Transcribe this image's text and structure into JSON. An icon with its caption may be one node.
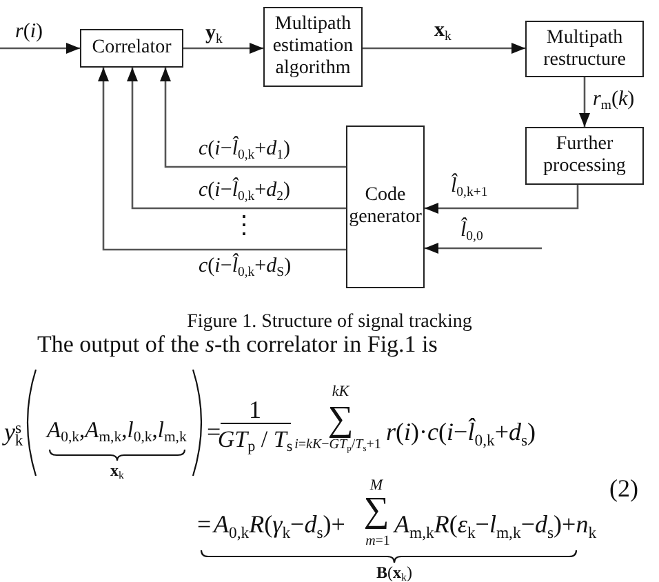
{
  "diagram": {
    "caption": "Figure 1. Structure of signal tracking",
    "nodes": [
      {
        "text": [
          "Correlator"
        ]
      },
      {
        "text": [
          "Multipath estimation algorithm"
        ]
      },
      {
        "text": [
          "Multipath restructure"
        ]
      },
      {
        "text": [
          "Further processing"
        ]
      },
      {
        "text": [
          "Code generator"
        ]
      }
    ],
    "edges": [
      {
        "from": null,
        "to": 0,
        "arrow": "to",
        "label": "*r*(*i*)"
      },
      {
        "from": 0,
        "to": 1,
        "arrow": "to",
        "label": "**y**$_{k}$"
      },
      {
        "from": 1,
        "to": 2,
        "arrow": "to",
        "label": "**x**$_{k}$"
      },
      {
        "from": 2,
        "to": 3,
        "arrow": "to",
        "label": "*r*$_{m}$(*k*)"
      },
      {
        "from": 3,
        "to": 4,
        "arrow": "to",
        "label": "*l̂*$_{0,k+1}$"
      },
      {
        "from": null,
        "to": 4,
        "arrow": "to",
        "label": "*l̂*$_{0,0}$"
      },
      {
        "from": 4,
        "to": 0,
        "arrow": "to",
        "label": "*c*(*i*−*l̂*$_{0,k}$+*d*$_{1}$)"
      },
      {
        "from": 4,
        "to": 0,
        "arrow": "to",
        "label": "*c*(*i*−*l̂*$_{0,k}$+*d*$_{2}$)"
      },
      {
        "from": 4,
        "to": 0,
        "arrow": "to",
        "label": "*c*(*i*−*l̂*$_{0,k}$+*d*$_{S}$)"
      }
    ],
    "labels": [
      "⋮",
      "The output of the *s*-th correlator in Fig.1 is",
      "*y*$^{s}$$_{k}$",
      "*A*$_{0,k}$,*A*$_{m,k}$,*l*$_{0,k}$,*l*$_{m,k}$",
      "**x**$_{k}$",
      "=",
      "1",
      "*GT*$_{p}$ / *T*$_{s}$",
      "*kK*",
      "∑",
      "*i*=*kK*−*GT*$_{p}$/*T*$_{s}$+1",
      "*r*(*i*)·*c*(*i*−*l̂*$_{0,k}$+*d*$_{s}$)",
      "(2)",
      "=",
      "*A*$_{0,k}$*R*(*γ*$_{k}$−*d*$_{s}$)+",
      "*M*",
      "∑",
      "*m*=1",
      "*A*$_{m,k}$*R*(*ε*$_{k}$−*l*$_{m,k}$−*d*$_{s}$)+*n*$_{k}$",
      "**B**(**x**$_{k}$)"
    ]
  }
}
